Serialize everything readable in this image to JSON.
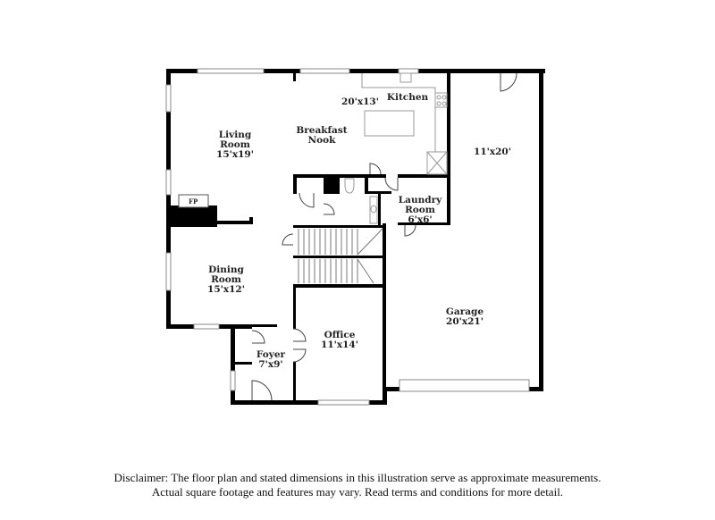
{
  "floor_plan": {
    "rooms": [
      {
        "id": "living-room",
        "name_line1": "Living",
        "name_line2": "Room",
        "dimensions": "15'x19'"
      },
      {
        "id": "breakfast-nook",
        "name_line1": "Breakfast",
        "name_line2": "Nook",
        "dimensions": ""
      },
      {
        "id": "kitchen",
        "name_line1": "Kitchen",
        "name_line2": "",
        "dimensions": "20'x13'"
      },
      {
        "id": "bonus-room",
        "name_line1": "",
        "name_line2": "",
        "dimensions": "11'x20'"
      },
      {
        "id": "laundry-room",
        "name_line1": "Laundry",
        "name_line2": "Room",
        "dimensions": "6'x6'"
      },
      {
        "id": "dining-room",
        "name_line1": "Dining",
        "name_line2": "Room",
        "dimensions": "15'x12'"
      },
      {
        "id": "foyer",
        "name_line1": "Foyer",
        "name_line2": "",
        "dimensions": "7'x9'"
      },
      {
        "id": "office",
        "name_line1": "Office",
        "name_line2": "",
        "dimensions": "11'x14'"
      },
      {
        "id": "garage",
        "name_line1": "Garage",
        "name_line2": "",
        "dimensions": "20'x21'"
      }
    ],
    "fireplace_label": "FP"
  },
  "disclaimer": {
    "line1": "Disclaimer: The floor plan and stated dimensions in this illustration serve as approximate measurements.",
    "line2": "Actual square footage and features may vary. Read terms and conditions for more detail."
  },
  "colors": {
    "wall": "#000000",
    "window": "#888888",
    "fixture": "#999999",
    "background": "#ffffff"
  }
}
